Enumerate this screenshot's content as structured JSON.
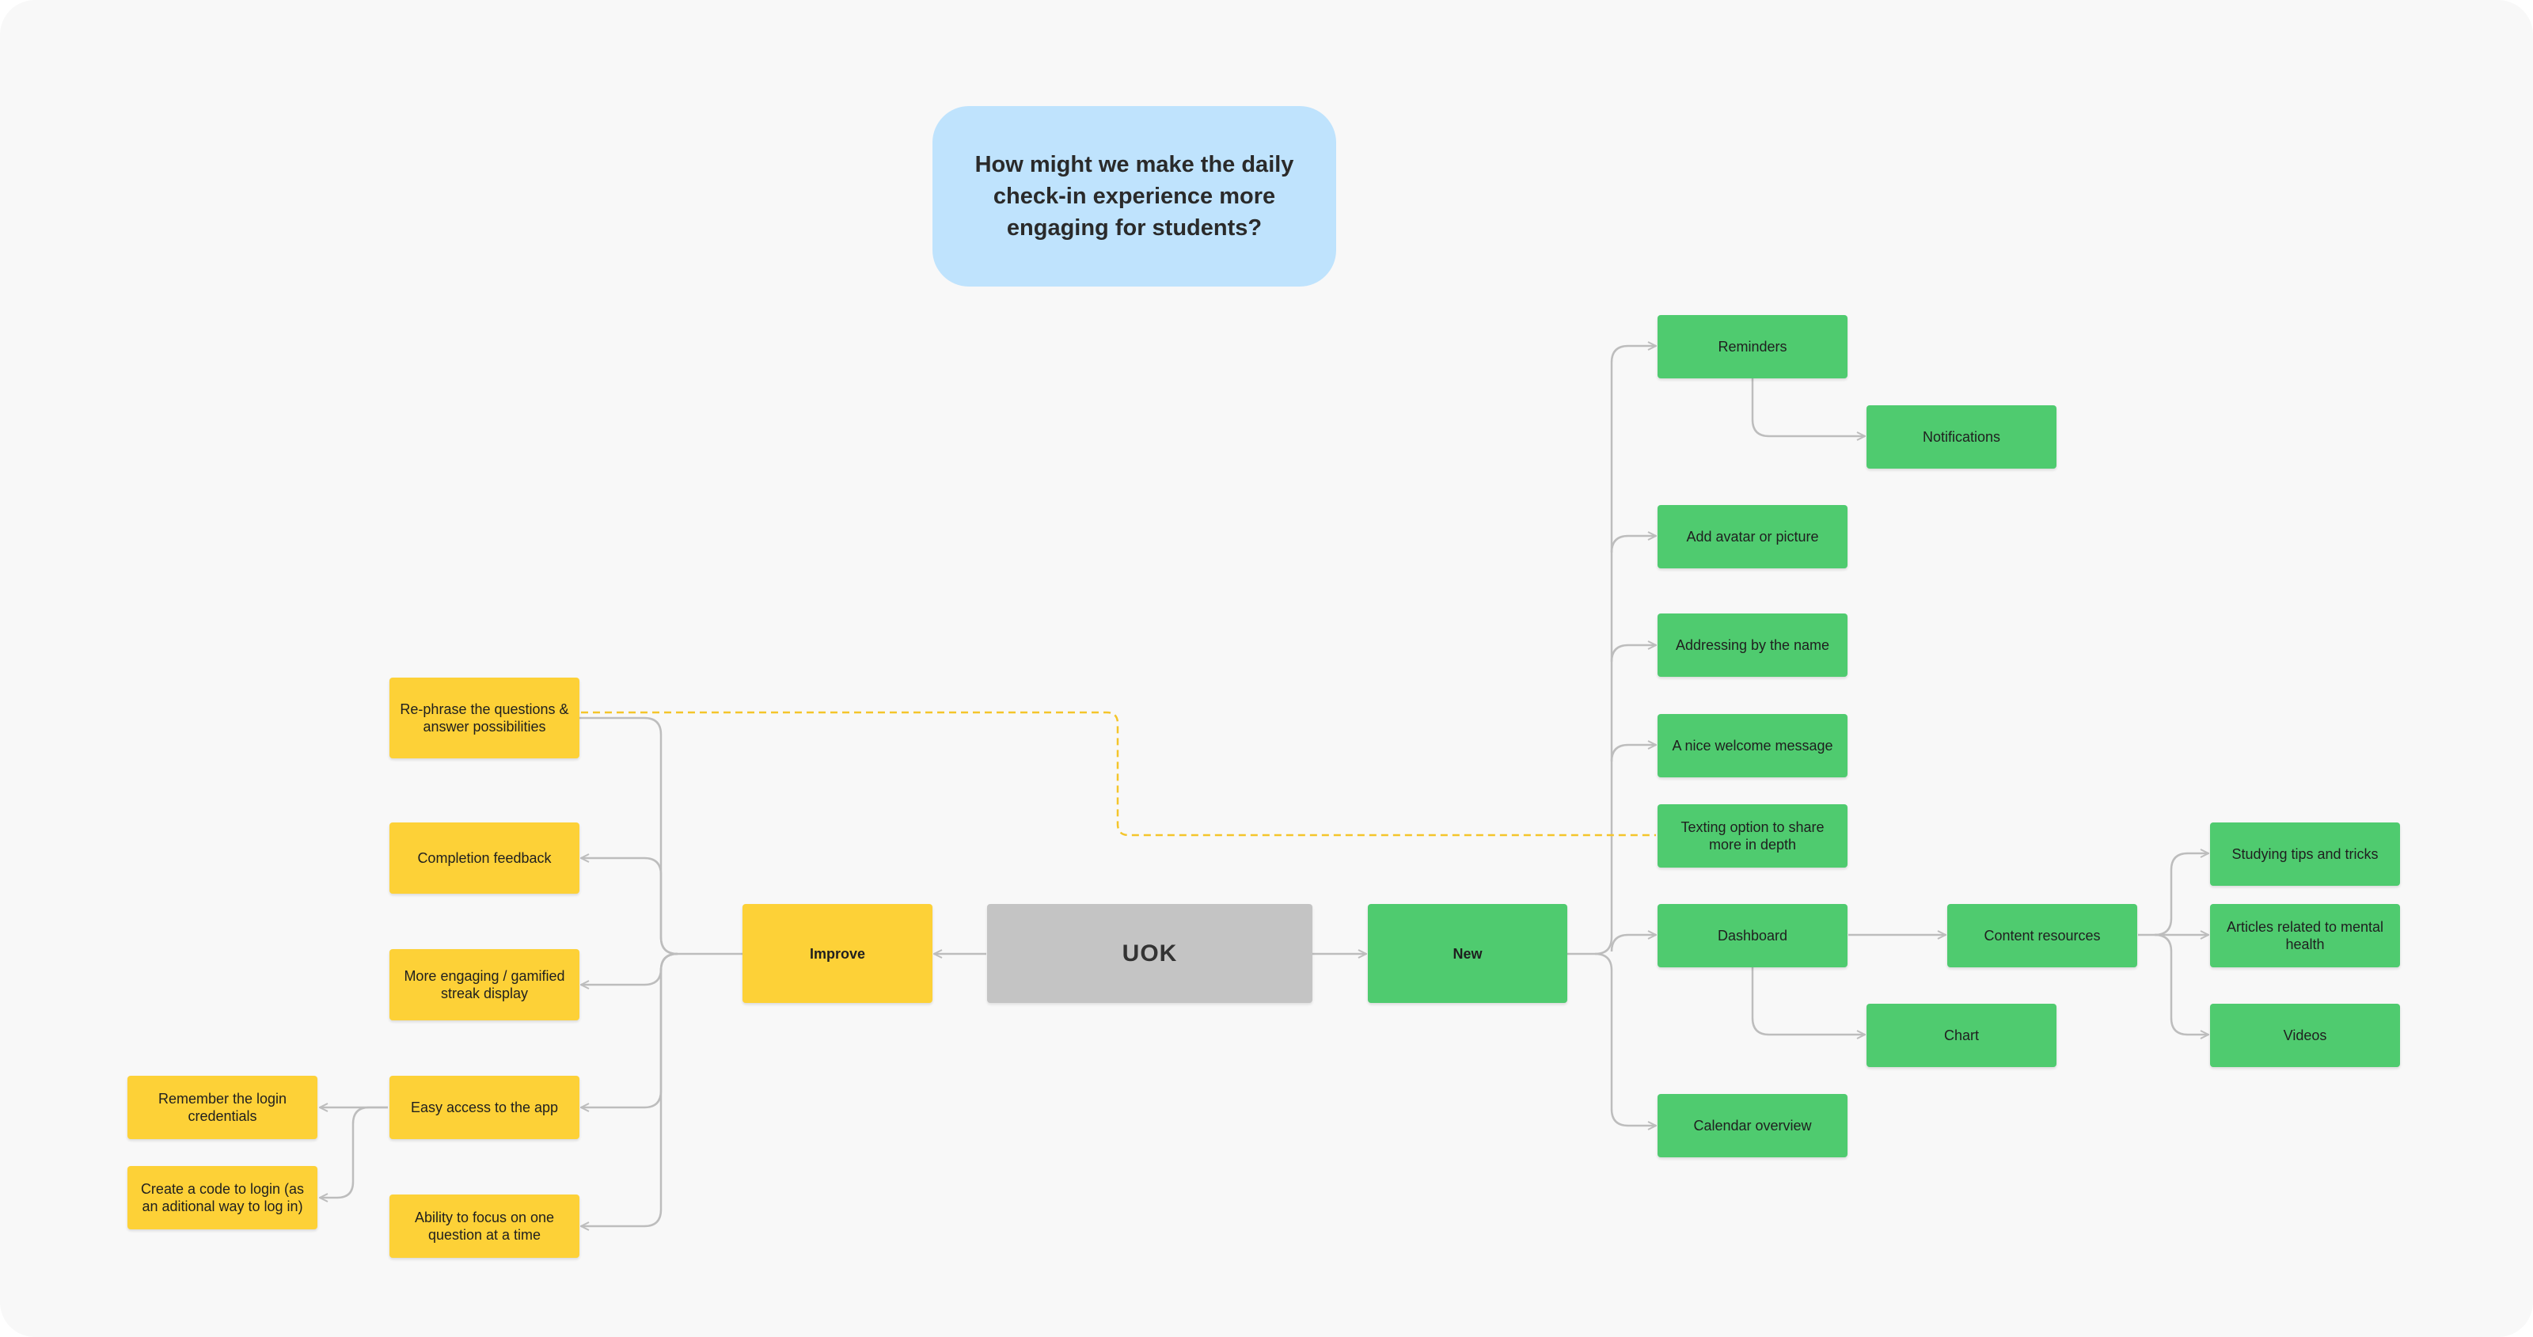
{
  "colors": {
    "board": "#f8f8f8",
    "question": "#bfe3fd",
    "yellow": "#fdd137",
    "green": "#4fcb6f",
    "gray": "#c4c4c4",
    "connector": "#bdbdbd",
    "dashed": "#f4c52b"
  },
  "question": "How might we make the daily check-in experience more engaging for students?",
  "root": "UOK",
  "improve": {
    "label": "Improve",
    "items": {
      "rephrase": "Re-phrase the questions & answer possibilities",
      "completion": "Completion feedback",
      "engaging": "More engaging / gamified streak display",
      "easy_access": "Easy access to the app",
      "focus": "Ability to focus on one question at a time",
      "remember_login": "Remember the login credentials",
      "code_login": "Create a code to login (as an aditional way to log in)"
    }
  },
  "new": {
    "label": "New",
    "items": {
      "reminders": "Reminders",
      "notifications": "Notifications",
      "avatar": "Add avatar or picture",
      "addressing": "Addressing by the name",
      "welcome": "A nice welcome message",
      "texting": "Texting option to share more in depth",
      "dashboard": "Dashboard",
      "calendar": "Calendar overview",
      "content_resources": "Content resources",
      "chart": "Chart",
      "studying": "Studying tips and tricks",
      "articles": "Articles related to mental health",
      "videos": "Videos"
    }
  }
}
